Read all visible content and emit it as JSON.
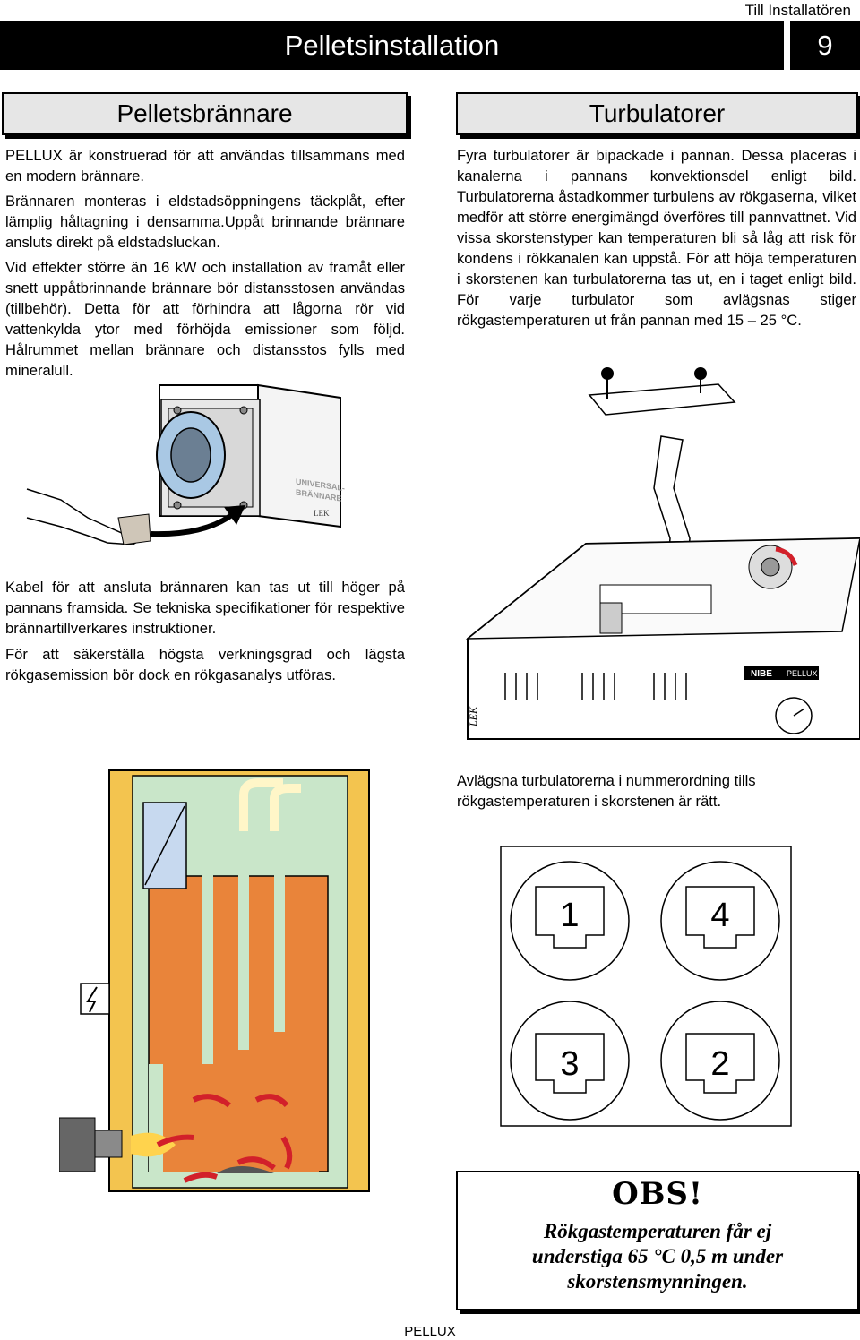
{
  "header": {
    "section_label": "Till Installatören",
    "title": "Pelletsinstallation",
    "page_number": "9"
  },
  "left": {
    "heading": "Pelletsbrännare",
    "paragraphs": [
      "PELLUX är konstruerad för att användas tillsammans med en modern brännare.",
      "Brännaren monteras i eldstadsöppningens täckplåt, efter lämplig håltagning i densamma.Uppåt brinnande brännare ansluts direkt på eldstadsluckan.",
      "Vid effekter större än 16 kW och installation av framåt eller snett uppåtbrinnande brännare bör distansstosen användas (tillbehör). Detta för att förhindra att lågorna rör vid vattenkylda ytor med förhöjda emissioner som följd. Hålrummet mellan brännare och distansstos fylls med mineralull."
    ],
    "illustration_labels": {
      "box_label_1": "UNIVERSAL-",
      "box_label_2": "BRÄNNARE",
      "brand": "LEK"
    },
    "paragraphs_2": [
      "Kabel för att ansluta brännaren kan tas ut till höger på pannans framsida. Se tekniska specifikationer för respektive brännartillverkares instruktioner.",
      "För att säkerställa högsta verkningsgrad och lägsta rökgasemission bör dock en rökgasanalys utföras."
    ]
  },
  "right": {
    "heading": "Turbulatorer",
    "paragraph": "Fyra turbulatorer är bipackade i pannan. Dessa placeras i kanalerna i pannans konvektionsdel enligt bild. Turbulatorerna åstadkommer turbulens av rökgaserna, vilket medför att större energimängd överföres till pannvattnet. Vid vissa skorstenstyper kan temperaturen bli så låg att risk för kondens i rökkanalen kan uppstå. För att höja temperaturen i skorstenen kan turbulatorerna tas ut, en i taget enligt bild. För varje turbulator som avlägsnas stiger rökgastemperaturen ut från pannan med 15 – 25 °C.",
    "boiler_labels": {
      "brand": "NIBE",
      "model": "PELLUX",
      "side_text": "LEK"
    },
    "caption": "Avlägsna turbulatorerna i nummerordning tills rökgastemperaturen i skorstenen är rätt.",
    "order_numbers": [
      "1",
      "4",
      "3",
      "2"
    ],
    "obs": {
      "title": "OBS!",
      "text": "Rökgastemperaturen får ej understiga 65 °C 0,5 m under skorstensmynningen."
    }
  },
  "footer": {
    "label": "PELLUX"
  },
  "colors": {
    "header_bg": "#000000",
    "section_box_bg": "#e6e6e6",
    "fire_orange": "#e9843a",
    "insulation_yellow": "#f3c44f",
    "water_green": "#c9e6c9",
    "arrow_red": "#d2202a"
  }
}
